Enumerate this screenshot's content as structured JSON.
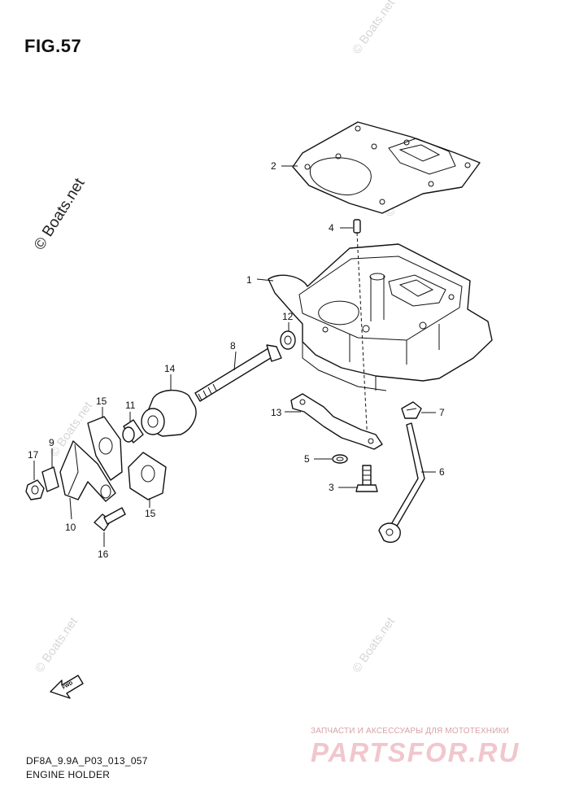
{
  "figure": {
    "title": "FIG.57"
  },
  "footer": {
    "code": "DF8A_9.9A_P03_013_057",
    "caption": "ENGINE HOLDER"
  },
  "watermark": {
    "main": "© Boats.net",
    "faint": "© Boats.net"
  },
  "promo": {
    "line1": "ЗАПЧАСТИ И АКСЕССУАРЫ ДЛЯ МОТОТЕХНИКИ",
    "brand": "PARTSFOR.RU"
  },
  "direction_marker": {
    "label": "FWD"
  },
  "callouts": [
    {
      "id": "c1",
      "label": "1"
    },
    {
      "id": "c2",
      "label": "2"
    },
    {
      "id": "c3",
      "label": "3"
    },
    {
      "id": "c4",
      "label": "4"
    },
    {
      "id": "c5",
      "label": "5"
    },
    {
      "id": "c6",
      "label": "6"
    },
    {
      "id": "c7",
      "label": "7"
    },
    {
      "id": "c8",
      "label": "8"
    },
    {
      "id": "c9",
      "label": "9"
    },
    {
      "id": "c10",
      "label": "10"
    },
    {
      "id": "c11",
      "label": "11"
    },
    {
      "id": "c12",
      "label": "12"
    },
    {
      "id": "c13",
      "label": "13"
    },
    {
      "id": "c14",
      "label": "14"
    },
    {
      "id": "c15a",
      "label": "15"
    },
    {
      "id": "c15b",
      "label": "15"
    },
    {
      "id": "c16",
      "label": "16"
    },
    {
      "id": "c17",
      "label": "17"
    }
  ],
  "colors": {
    "line": "#111111",
    "watermark": "#d6d6d6",
    "promo_brand": "#f1c6cd"
  }
}
